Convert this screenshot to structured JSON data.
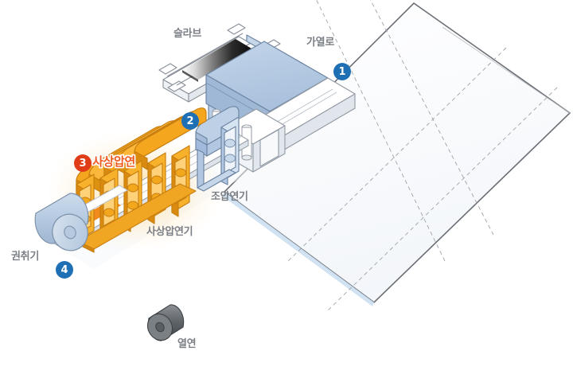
{
  "diagram": {
    "title_semantic": "hot-rolling-process-isometric-diagram",
    "background_color": "#ffffff",
    "colors": {
      "badge_blue": "#1f6fb5",
      "badge_red": "#e03c18",
      "highlight_text": "#ef5a22",
      "label_gray": "#7b7f86",
      "furnace_blue": "#b6cbe4",
      "mill_orange": "#f5a01e",
      "floor_white": "#fbfcfe",
      "slab_dark": "#1a1a1a",
      "coil_blue": "#c3d5e8",
      "hot_coil_gray": "#6e7276"
    }
  },
  "labels": {
    "slab": "슬라브",
    "furnace": "가열로",
    "roughing_mill": "조압연기",
    "finishing_mill": "사상압연기",
    "coiler": "권취기",
    "hot_coil": "열연",
    "finishing_process": "사상압연"
  },
  "badges": [
    {
      "number": "1",
      "target": "furnace",
      "color": "blue"
    },
    {
      "number": "2",
      "target": "roughing_mill",
      "color": "blue"
    },
    {
      "number": "3",
      "target": "finishing_mill",
      "color": "red"
    },
    {
      "number": "4",
      "target": "coiler",
      "color": "blue"
    }
  ],
  "equipment": {
    "mill_stand_count": 5,
    "roughing_stand_count": 1
  }
}
